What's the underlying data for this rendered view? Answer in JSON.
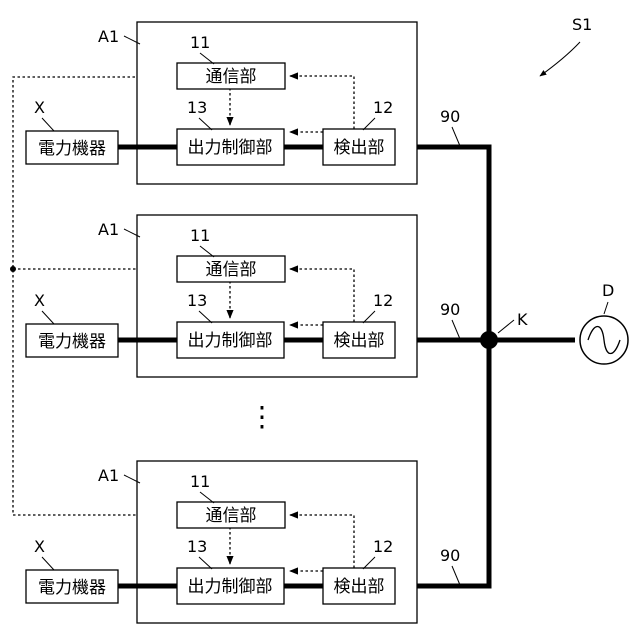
{
  "system_label": "S1",
  "source_label": "D",
  "junction_label": "K",
  "ellipsis": "⋮",
  "units": [
    {
      "unit_label": "A1",
      "comm_num": "11",
      "comm_label": "通信部",
      "ctrl_num": "13",
      "ctrl_label": "出力制御部",
      "det_num": "12",
      "det_label": "検出部",
      "device_num": "X",
      "device_label": "電力機器",
      "line_label": "90"
    },
    {
      "unit_label": "A1",
      "comm_num": "11",
      "comm_label": "通信部",
      "ctrl_num": "13",
      "ctrl_label": "出力制御部",
      "det_num": "12",
      "det_label": "検出部",
      "device_num": "X",
      "device_label": "電力機器",
      "line_label": "90"
    },
    {
      "unit_label": "A1",
      "comm_num": "11",
      "comm_label": "通信部",
      "ctrl_num": "13",
      "ctrl_label": "出力制御部",
      "det_num": "12",
      "det_label": "検出部",
      "device_num": "X",
      "device_label": "電力機器",
      "line_label": "90"
    }
  ]
}
